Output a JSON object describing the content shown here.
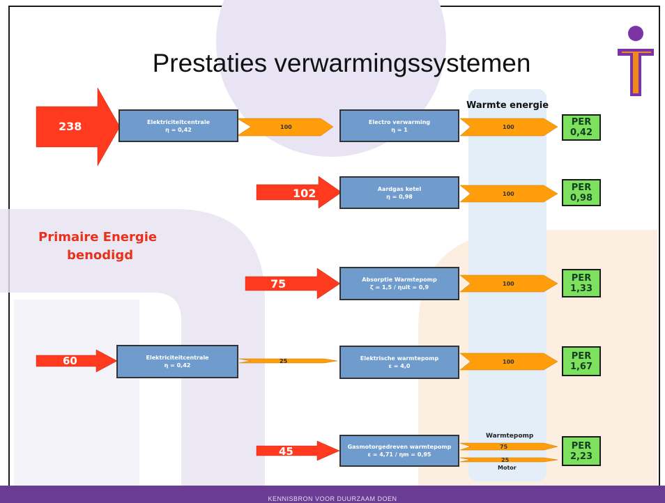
{
  "slide": {
    "title": "Prestaties verwarmingssystemen",
    "footer": "KENNISBRON VOOR DUURZAAM DOEN",
    "column_header": "Warmte energie",
    "left_label_line1": "Primaire Energie",
    "left_label_line2": "benodigd"
  },
  "rows": [
    {
      "primary": "238",
      "plant_name": "Elektriciteitcentrale",
      "plant_eff": "η = 0,42",
      "mid": "100",
      "device_name": "Electro verwarming",
      "device_eff": "η = 1",
      "out": "100",
      "per_label": "PER",
      "per_value": "0,42"
    },
    {
      "primary": "102",
      "device_name": "Aardgas ketel",
      "device_eff": "η = 0,98",
      "out": "100",
      "per_label": "PER",
      "per_value": "0,98"
    },
    {
      "primary": "75",
      "device_name": "Absorptie Warmtepomp",
      "device_eff": "ζ = 1,5 / ηuit = 0,9",
      "out": "100",
      "per_label": "PER",
      "per_value": "1,33"
    },
    {
      "primary": "60",
      "plant_name": "Elektriciteitcentrale",
      "plant_eff": "η = 0,42",
      "mid": "25",
      "device_name": "Elektrische warmtepomp",
      "device_eff": "ε = 4,0",
      "out": "100",
      "per_label": "PER",
      "per_value": "1,67"
    },
    {
      "primary": "45",
      "device_name": "Gasmotorgedreven warmtepomp",
      "device_eff": "ε = 4,71 / ηm = 0,95",
      "out_top": "75",
      "out_bottom": "25",
      "top_label": "Warmtepomp",
      "bottom_label": "Motor",
      "per_label": "PER",
      "per_value": "2,23"
    }
  ],
  "colors": {
    "primary_arrow": "#ff3a1f",
    "flow_arrow": "#ff9d0a",
    "box_fill": "#6f9ccd",
    "per_fill": "#7ee05f",
    "column_fill": "#e3eef8",
    "bg_circle": "#e8e4f3",
    "footer": "#6a3c93",
    "logo_purple": "#7b33a6",
    "logo_orange": "#f08a1c"
  },
  "icons": [
    "logo-icon"
  ]
}
